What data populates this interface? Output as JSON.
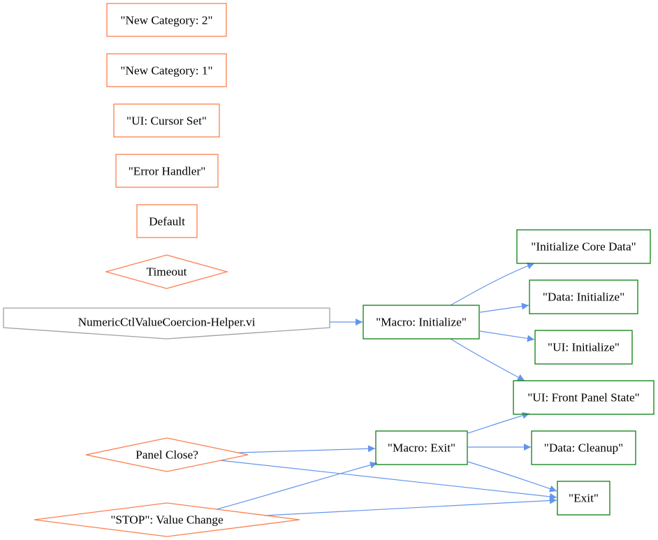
{
  "colors": {
    "state_node": "#fd7f4f",
    "action_node": "#0a8010",
    "vi_node": "#a0a0a0",
    "edge": "#6495ed"
  },
  "nodes": {
    "new_category_2": "\"New Category: 2\"",
    "new_category_1": "\"New Category: 1\"",
    "ui_cursor_set": "\"UI: Cursor Set\"",
    "error_handler": "\"Error Handler\"",
    "default": "Default",
    "timeout": "Timeout",
    "helper_vi": "NumericCtlValueCoercion-Helper.vi",
    "macro_initialize": "\"Macro: Initialize\"",
    "initialize_core_data": "\"Initialize Core Data\"",
    "data_initialize": "\"Data: Initialize\"",
    "ui_initialize": "\"UI: Initialize\"",
    "ui_front_panel_state": "\"UI: Front Panel State\"",
    "panel_close": "Panel Close?",
    "macro_exit": "\"Macro: Exit\"",
    "data_cleanup": "\"Data: Cleanup\"",
    "exit": "\"Exit\"",
    "stop_value_change": "\"STOP\": Value Change"
  }
}
